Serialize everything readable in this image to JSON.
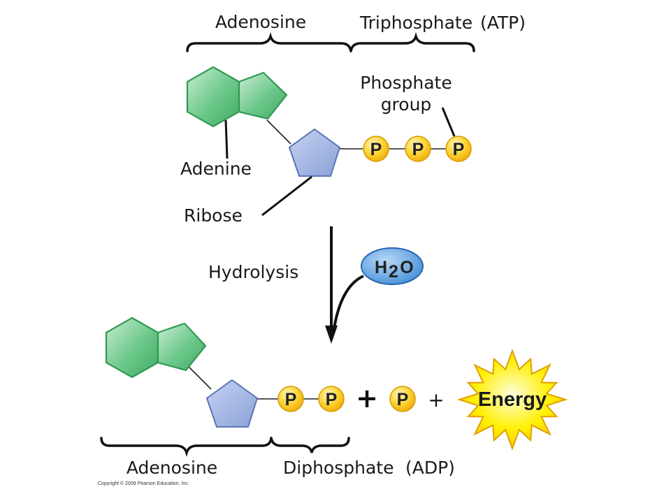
{
  "labels": {
    "adenosine_top": "Adenosine",
    "triphosphate": "Triphosphate",
    "atp": "(ATP)",
    "phosphate_group_1": "Phosphate",
    "phosphate_group_2": "group",
    "adenine": "Adenine",
    "ribose": "Ribose",
    "hydrolysis": "Hydrolysis",
    "water_h": "H",
    "water_sub": "2",
    "water_o": "O",
    "adenosine_bottom": "Adenosine",
    "diphosphate": "Diphosphate",
    "adp": "(ADP)",
    "energy": "Energy",
    "plus": "+",
    "phosphate_symbol": "P",
    "copyright": "Copyright © 2009 Pearson Education, Inc."
  },
  "colors": {
    "adenine_green": "#5cbf7d",
    "adenine_stroke": "#2f9a52",
    "ribose_blue": "#93a8dc",
    "ribose_stroke": "#5a74b8",
    "phosphate_yellow": "#f8c21a",
    "phosphate_stroke": "#d99a00",
    "water_blue": "#5aa0e0",
    "energy_yellow": "#ffe400",
    "energy_stroke": "#e0a000"
  }
}
